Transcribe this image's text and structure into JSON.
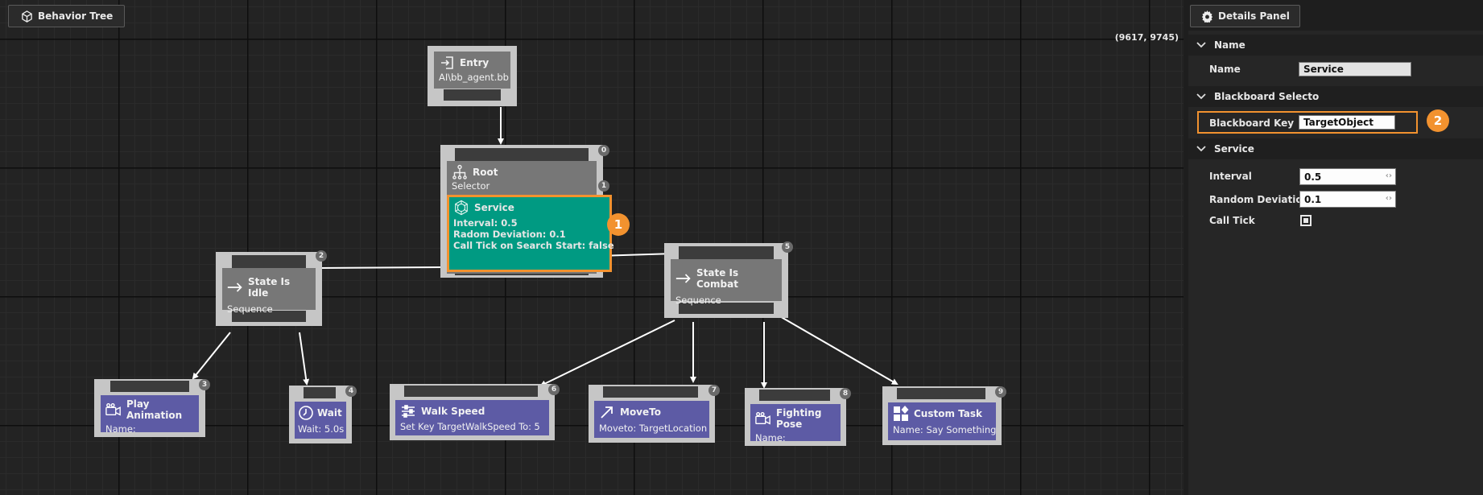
{
  "toolbar": {
    "behavior_tree_label": "Behavior Tree"
  },
  "canvas": {
    "coords": "(9617, 9745)"
  },
  "nodes": {
    "entry": {
      "title": "Entry",
      "sub": "AI\\bb_agent.bb"
    },
    "root": {
      "title": "Root",
      "sub": "Selector",
      "badge": "0",
      "service_badge": "1"
    },
    "service": {
      "title": "Service",
      "interval": "Interval: 0.5",
      "deviation": "Radom Deviation: 0.1",
      "calltick": "Call Tick on Search Start: false"
    },
    "idle": {
      "title": "State Is Idle",
      "sub": "Sequence",
      "badge": "2"
    },
    "combat": {
      "title": "State Is Combat",
      "sub": "Sequence",
      "badge": "5"
    },
    "play_anim": {
      "title": "Play Animation",
      "sub": "Name:",
      "badge": "3"
    },
    "wait": {
      "title": "Wait",
      "sub": "Wait: 5.0s",
      "badge": "4"
    },
    "walk_speed": {
      "title": "Walk Speed",
      "sub": "Set Key TargetWalkSpeed To: 5",
      "badge": "6"
    },
    "moveto": {
      "title": "MoveTo",
      "sub": "Moveto: TargetLocation",
      "badge": "7"
    },
    "fighting": {
      "title": "Fighting Pose",
      "sub": "Name:",
      "badge": "8"
    },
    "custom": {
      "title": "Custom Task",
      "sub": "Name: Say Something",
      "badge": "9"
    }
  },
  "callouts": {
    "one": "1",
    "two": "2"
  },
  "colors": {
    "accent_orange": "#f2922f",
    "service_teal": "#009a82",
    "task_purple": "#5d5ba5",
    "composite_gray": "#777777"
  },
  "details": {
    "tab_label": "Details Panel",
    "sections": {
      "name": "Name",
      "blackboard": "Blackboard Selecto",
      "service": "Service"
    },
    "fields": {
      "name_label": "Name",
      "name_value": "Service",
      "bbkey_label": "Blackboard Key",
      "bbkey_value": "TargetObject",
      "interval_label": "Interval",
      "interval_value": "0.5",
      "deviation_label": "Random Deviation",
      "deviation_value": "0.1",
      "calltick_label": "Call Tick",
      "calltick_checked": true
    }
  }
}
